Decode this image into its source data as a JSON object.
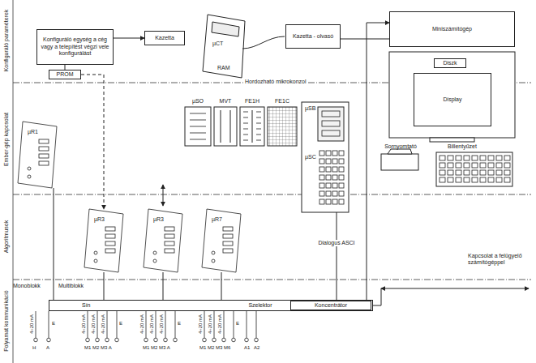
{
  "diagram": {
    "nodes": [
      {
        "text": [
          "Konfiguráló egység a cég vagy a telepítést végzi vele konfigurálást"
        ]
      },
      {
        "text": [
          "Kazetta"
        ]
      },
      {
        "text": [
          "PROM"
        ]
      },
      {
        "text": [
          "µCT",
          "RAM"
        ]
      },
      {
        "text": [
          "Kazetta - olvasó"
        ]
      },
      {
        "text": [
          "Miniszámítógép"
        ]
      },
      {
        "text": [
          "Diszk"
        ]
      },
      {
        "text": [
          "Display"
        ]
      },
      {
        "text": [
          "µSO"
        ]
      },
      {
        "text": [
          "MVT"
        ]
      },
      {
        "text": [
          "FE1H"
        ]
      },
      {
        "text": [
          "FE1C"
        ]
      },
      {
        "text": [
          "µSB",
          "µSC"
        ]
      },
      {
        "text": [
          "Sornyomtató"
        ]
      },
      {
        "text": [
          "Billentyűzet"
        ]
      },
      {
        "text": [
          "µR1"
        ]
      },
      {
        "text": [
          "µR3"
        ]
      },
      {
        "text": [
          "µR3"
        ]
      },
      {
        "text": [
          "µR7"
        ]
      },
      {
        "text": [
          "Sín"
        ]
      },
      {
        "text": [
          "Szelektor"
        ],
        "in": 19
      },
      {
        "text": [
          "Koncentrátor"
        ],
        "in": 19
      }
    ],
    "edges": [
      {
        "from": 0,
        "to": 1,
        "arrow": "to"
      },
      {
        "from": 0,
        "to": 2,
        "arrow": "none"
      },
      {
        "from": 2,
        "to": 16,
        "arrow": "to"
      },
      {
        "from": 4,
        "to": 5,
        "arrow": "none"
      },
      {
        "from": 21,
        "to": 5,
        "arrow": "to"
      },
      {
        "from": 12,
        "to": 21,
        "label": "Dialogus ASCI",
        "arrow": "none"
      },
      {
        "from": 15,
        "to": 19,
        "arrow": "none"
      },
      {
        "from": 16,
        "to": 19,
        "arrow": "none"
      },
      {
        "from": 17,
        "to": 19,
        "arrow": "none"
      },
      {
        "from": 18,
        "to": 19,
        "arrow": "none"
      }
    ],
    "labels": [
      "Konfiguráló paraméterek",
      "Ember-gép kapcsolat",
      "Algoritmusok",
      "Folyamat kommunikáció",
      "Hordozható mikrokonzol",
      "Monoblokk",
      "Multiblokk",
      "Kapcsolat a felügyelő számítógéppel",
      "4÷20 mA",
      "E",
      "H",
      "A",
      "4÷20 mA",
      "4÷20 mA",
      "4÷20 mA",
      "E",
      "M1 M2 M3 A",
      "4÷20 mA",
      "4÷20 mA",
      "4÷20 mA",
      "E",
      "M1 M2 M3 A",
      "4÷20 mA",
      "4÷20 mA",
      "4÷20 mA",
      "E",
      "M1 M2 M3 M6",
      "A1",
      "A2"
    ]
  }
}
